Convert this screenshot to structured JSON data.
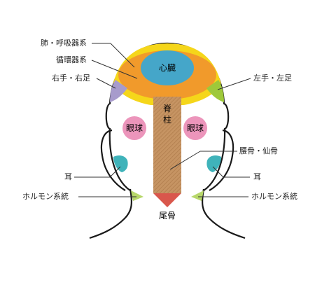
{
  "labels": {
    "lungs": "肺・呼吸器系",
    "circulatory": "循環器系",
    "right_hand_foot": "右手・右足",
    "left_hand_foot": "左手・左足",
    "ear_left_side": "耳",
    "ear_right_side": "耳",
    "hormone_left_side": "ホルモン系統",
    "hormone_right_side": "ホルモン系統",
    "lumbar_sacrum": "腰骨・仙骨"
  },
  "regions": {
    "heart": "心臓",
    "spine": "脊柱",
    "eye_left": "眼球",
    "eye_right": "眼球",
    "tailbone": "尾骨"
  },
  "colors": {
    "lungs_zone": "#f5d61a",
    "circulatory_zone": "#f19a2b",
    "heart_zone": "#45a6c9",
    "hand_foot_left": "#a79bcc",
    "hand_foot_right": "#9ec93a",
    "eye_zone": "#ec95bb",
    "ear_zone": "#3fb3ba",
    "hormone_zone": "#b7d76a",
    "spine_zone": "#bf8d5c",
    "tailbone_zone": "#d9574c",
    "outline": "#1a1a1a"
  }
}
